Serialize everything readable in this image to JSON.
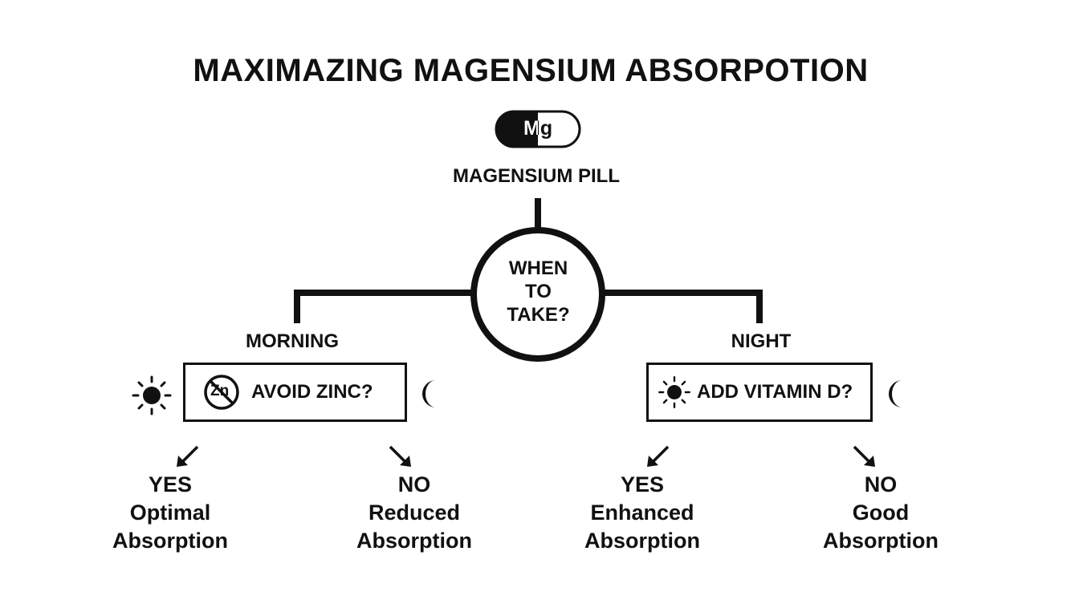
{
  "title": "MAXIMAZING MAGENSIUM ABSORPOTION",
  "pill": {
    "symbol": "Mg",
    "label": "MAGENSIUM PILL"
  },
  "decision": {
    "line1": "WHEN",
    "line2": "TO",
    "line3": "TAKE?"
  },
  "branches": {
    "morning": {
      "label": "MORNING",
      "question": "AVOID ZINC?",
      "badge": "Zn",
      "yes": {
        "answer": "YES",
        "line1": "Optimal",
        "line2": "Absorption"
      },
      "no": {
        "answer": "NO",
        "line1": "Reduced",
        "line2": "Absorption"
      }
    },
    "night": {
      "label": "NIGHT",
      "question": "ADD VITAMIN D?",
      "yes": {
        "answer": "YES",
        "line1": "Enhanced",
        "line2": "Absorption"
      },
      "no": {
        "answer": "NO",
        "line1": "Good",
        "line2": "Absorption"
      }
    }
  },
  "icons": [
    "sun-icon",
    "moon-icon",
    "no-zinc-icon",
    "arrow-down-left-icon",
    "arrow-down-right-icon"
  ],
  "colors": {
    "ink": "#111111",
    "background": "#ffffff"
  }
}
